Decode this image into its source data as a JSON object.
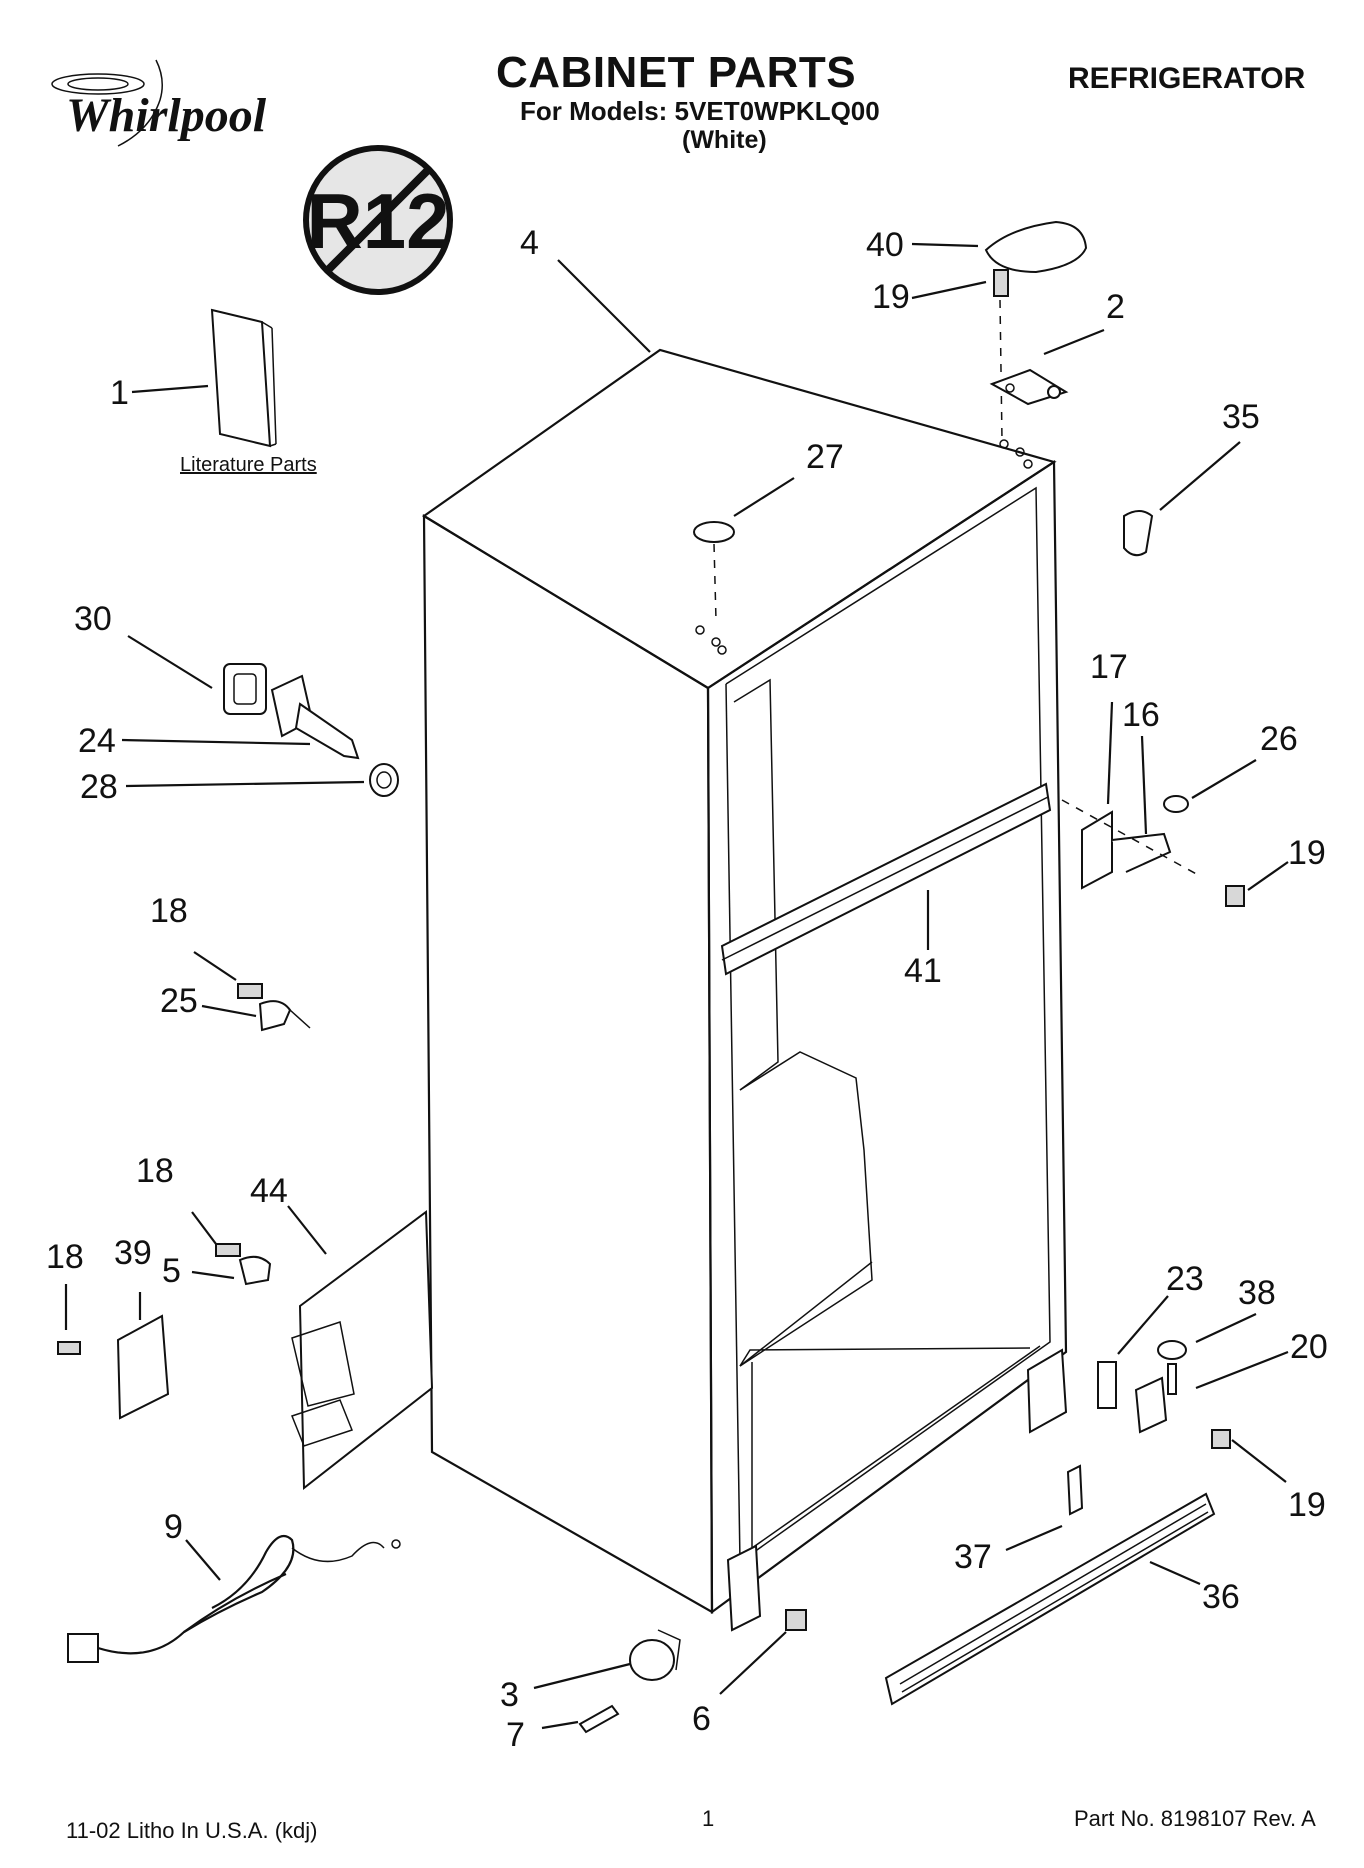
{
  "header": {
    "brand": "Whirlpool",
    "title": "CABINET PARTS",
    "models": "For Models: 5VET0WPKLQ00",
    "color": "(White)",
    "product": "REFRIGERATOR",
    "badge": "R12"
  },
  "literature_label": "Literature Parts",
  "footer": {
    "left": "11-02 Litho In U.S.A. (kdj)",
    "page": "1",
    "part_no": "Part No. 8198107 Rev. A"
  },
  "callouts": [
    {
      "id": "c1",
      "label": "1"
    },
    {
      "id": "c2",
      "label": "2"
    },
    {
      "id": "c3",
      "label": "3"
    },
    {
      "id": "c4",
      "label": "4"
    },
    {
      "id": "c5",
      "label": "5"
    },
    {
      "id": "c6",
      "label": "6"
    },
    {
      "id": "c7",
      "label": "7"
    },
    {
      "id": "c9",
      "label": "9"
    },
    {
      "id": "c16",
      "label": "16"
    },
    {
      "id": "c17",
      "label": "17"
    },
    {
      "id": "c18a",
      "label": "18"
    },
    {
      "id": "c18b",
      "label": "18"
    },
    {
      "id": "c18c",
      "label": "18"
    },
    {
      "id": "c19a",
      "label": "19"
    },
    {
      "id": "c19b",
      "label": "19"
    },
    {
      "id": "c19c",
      "label": "19"
    },
    {
      "id": "c20",
      "label": "20"
    },
    {
      "id": "c23",
      "label": "23"
    },
    {
      "id": "c24",
      "label": "24"
    },
    {
      "id": "c25",
      "label": "25"
    },
    {
      "id": "c26",
      "label": "26"
    },
    {
      "id": "c27",
      "label": "27"
    },
    {
      "id": "c28",
      "label": "28"
    },
    {
      "id": "c30",
      "label": "30"
    },
    {
      "id": "c35",
      "label": "35"
    },
    {
      "id": "c36",
      "label": "36"
    },
    {
      "id": "c37",
      "label": "37"
    },
    {
      "id": "c38",
      "label": "38"
    },
    {
      "id": "c39",
      "label": "39"
    },
    {
      "id": "c40",
      "label": "40"
    },
    {
      "id": "c41",
      "label": "41"
    },
    {
      "id": "c44",
      "label": "44"
    }
  ]
}
